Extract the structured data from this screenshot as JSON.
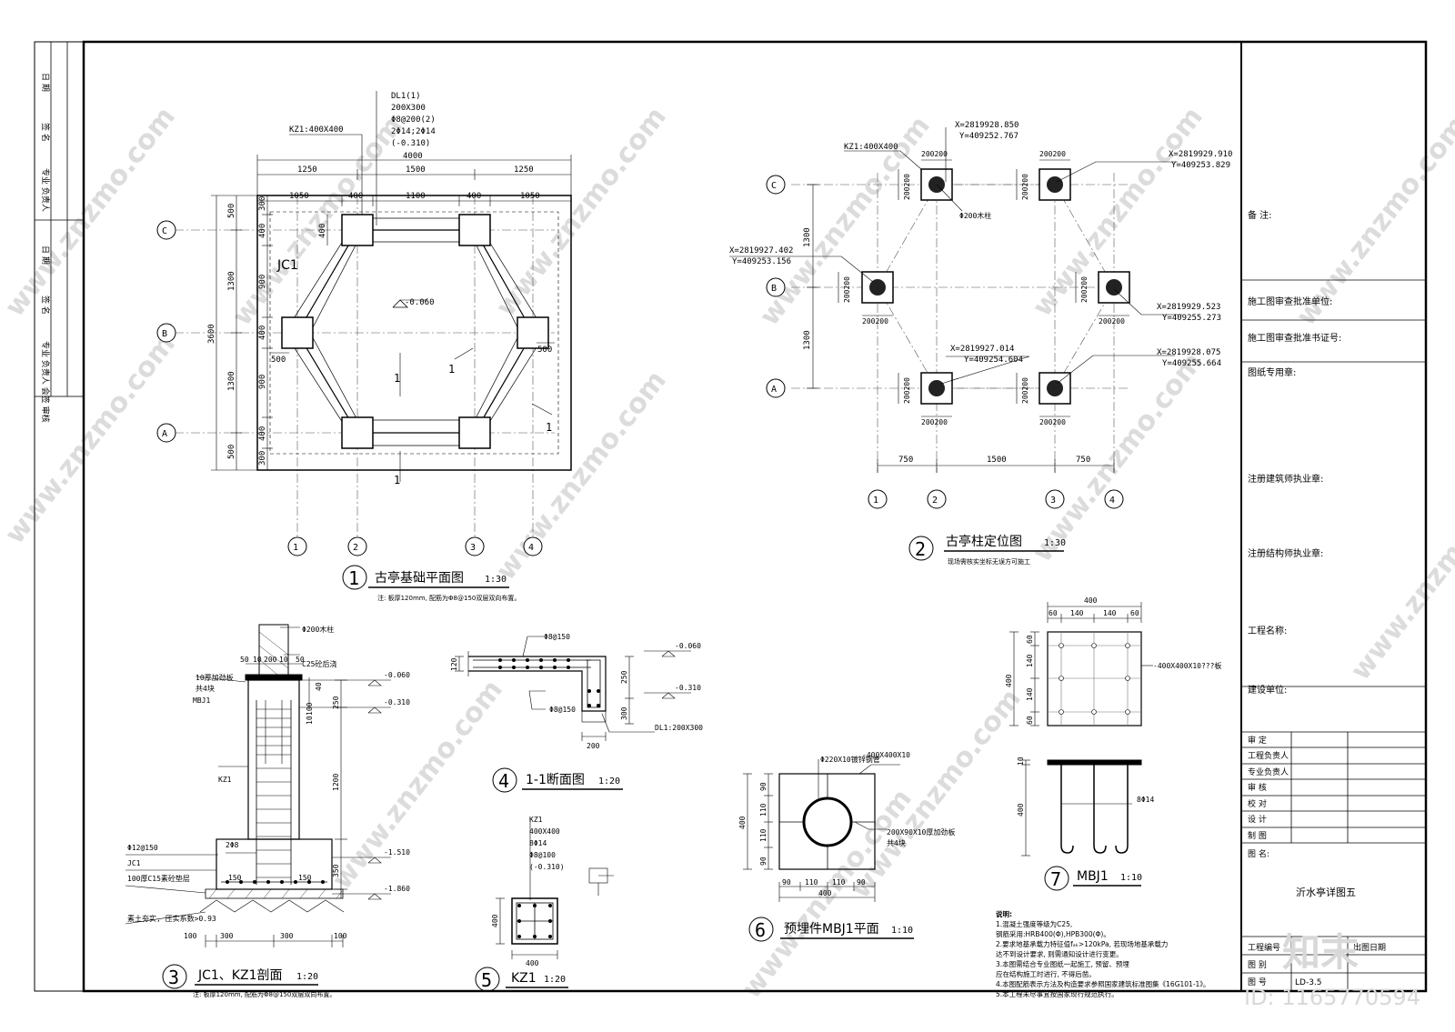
{
  "watermark": {
    "text": "www.znzmo.com",
    "id": "ID: 1165770594",
    "logo": "知末"
  },
  "left_strip": {
    "top": [
      "日 期",
      "签 名",
      "专业 负责人"
    ],
    "bottom": [
      "日 期",
      "签 名",
      "专业 负责人 会签 审核"
    ]
  },
  "title_block": {
    "remarks": "备  注:",
    "approval_unit": "施工图审查批准单位:",
    "approval_cert": "施工图审查批准书证号:",
    "drawing_seal": "图纸专用章:",
    "architect_seal": "注册建筑师执业章:",
    "structure_seal": "注册结构师执业章:",
    "project_name": "工程名称:",
    "client": "建设单位:",
    "roles": [
      "审      定",
      "工程负责人",
      "专业负责人",
      "审      核",
      "校      对",
      "设      计",
      "制      图"
    ],
    "figure_name_label": "图      名:",
    "figure_name": "沂水亭详图五",
    "project_no": "工程编号",
    "date": "出图日期",
    "category": "图      别",
    "sheet_no_label": "图      号",
    "sheet_no": "LD-3.5"
  },
  "drawing1": {
    "num": "1",
    "title": "古亭基础平面图",
    "scale": "1:30",
    "note": "注:  板厚120mm, 配筋为Φ8@150双层双向布置。",
    "kz_label": "KZ1:400X400",
    "dl_label": [
      "DL1(1)",
      "200X300",
      "Φ8@200(2)",
      "2Φ14;2Φ14",
      "(-0.310)"
    ],
    "jc_label": "JC1",
    "elev": "-0.060",
    "top_dims_total": "4000",
    "top_dims_1": [
      "1250",
      "1500",
      "1250"
    ],
    "top_dims_2": [
      "1050",
      "400",
      "1100",
      "400",
      "1050"
    ],
    "left_total": "3600",
    "left_dims_1": [
      "500",
      "1300",
      "1300",
      "500"
    ],
    "left_dims_2": [
      "300",
      "400",
      "900",
      "400",
      "900",
      "400",
      "300"
    ],
    "side_500": "500",
    "inner_400": "400",
    "section_mark": "1",
    "axes_x": [
      "1",
      "2",
      "3",
      "4"
    ],
    "axes_y": [
      "C",
      "B",
      "A"
    ]
  },
  "drawing2": {
    "num": "2",
    "title": "古亭柱定位图",
    "scale": "1:30",
    "note": "现场需核实坐标无误方可施工",
    "kz_label": "KZ1:400X400",
    "col_label": "Φ200木柱",
    "pair": "200200",
    "coords": [
      [
        "X=2819928.850",
        "Y=409252.767"
      ],
      [
        "X=2819929.910",
        "Y=409253.829"
      ],
      [
        "X=2819927.402",
        "Y=409253.156"
      ],
      [
        "X=2819929.523",
        "Y=409255.273"
      ],
      [
        "X=2819927.014",
        "Y=409254.604"
      ],
      [
        "X=2819928.075",
        "Y=409255.664"
      ]
    ],
    "bottom_dims": [
      "750",
      "1500",
      "750"
    ],
    "left_dims": [
      "1300",
      "1300"
    ],
    "axes_x": [
      "1",
      "2",
      "3",
      "4"
    ],
    "axes_y": [
      "C",
      "B",
      "A"
    ]
  },
  "drawing3": {
    "num": "3",
    "title": "JC1、KZ1剖面",
    "scale": "1:20",
    "note": "注:  板厚120mm, 配筋为Φ8@150双层双向布置。",
    "labels": [
      "Φ200木柱",
      "C25砼后浇",
      "10厚加劲板",
      "共4块",
      "MBJ1",
      "KZ1",
      "Φ12@150",
      "JC1",
      "100厚C15素砼垫层",
      "素土夯实, 压实系数>0.93",
      "2Φ8"
    ],
    "top_dims": [
      "50",
      "10",
      "200",
      "10",
      "50"
    ],
    "elevs": [
      "-0.060",
      "-0.310",
      "-1.510",
      "-1.860"
    ],
    "vdims": [
      "40",
      "100",
      "10",
      "250",
      "1200",
      "350"
    ],
    "hdims_bottom": [
      "100",
      "300",
      "300",
      "100"
    ],
    "inner_dims": [
      "150",
      "150"
    ]
  },
  "drawing4": {
    "num": "4",
    "title": "1-1断面图",
    "scale": "1:20",
    "labels": [
      "Φ8@150",
      "Φ8@150",
      "DL1:200X300"
    ],
    "elevs": [
      "-0.060",
      "-0.310"
    ],
    "dims": [
      "120",
      "250",
      "300",
      "200"
    ]
  },
  "drawing5": {
    "num": "5",
    "title": "KZ1",
    "scale": "1:20",
    "labels": [
      "KZ1",
      "400X400",
      "8Φ14",
      "Φ8@100",
      "(-0.310)"
    ],
    "dims": [
      "400",
      "400"
    ]
  },
  "drawing6": {
    "num": "6",
    "title": "预埋件MBJ1平面",
    "scale": "1:10",
    "labels": [
      "Φ220X10镀锌钢管",
      "-400X400X10",
      "200X90X10厚加劲板",
      "共4块"
    ],
    "dims_bottom": [
      "90",
      "110",
      "110",
      "90"
    ],
    "dims_total": "400",
    "dims_left": [
      "90",
      "110",
      "110",
      "90"
    ]
  },
  "drawing7": {
    "num": "7",
    "title": "MBJ1",
    "scale": "1:10",
    "top_total": "400",
    "top_dims": [
      "60",
      "140",
      "140",
      "60"
    ],
    "left_dims": [
      "60",
      "140",
      "140",
      "60"
    ],
    "left_total": "400",
    "plate_label": "-400X400X10???板",
    "rebar_label": "8Φ14",
    "side_dims": [
      "10",
      "400"
    ]
  },
  "notes": {
    "title": "说明:",
    "lines": [
      "1.混凝土强度等级为C25,",
      "  钢筋采用:HRB400(Φ),HPB300(Φ)。",
      "2.要求地基承载力特征值fₐₖ>120kPa, 若现场地基承载力",
      "  达不到设计要求, 则需通知设计进行变更。",
      "3.本图需结合专业图纸一起施工, 预留、预埋",
      "  应在结构施工时进行, 不得后凿。",
      "4.本图配筋表示方法及构造要求参照国家建筑标准图集《16G101-1》。",
      "5.本工程未尽事宜按国家现行规范执行。"
    ]
  }
}
